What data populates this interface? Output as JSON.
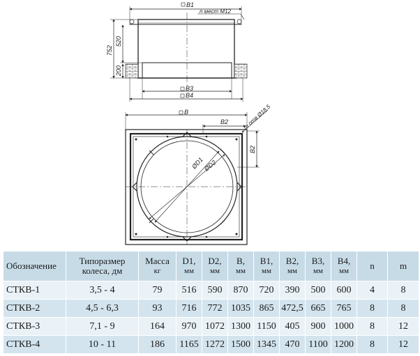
{
  "drawing": {
    "top_view": {
      "b1": "B1",
      "holes": "n мест М12",
      "h_total": "752",
      "h_upper": "520",
      "h_lower": "200",
      "b3": "B3",
      "b4": "B4"
    },
    "plan_view": {
      "b": "B",
      "b2_top": "B2",
      "b2_side": "B2",
      "holes": "m отв Ø18,5",
      "d1": "ØD1",
      "d2": "ØD2"
    }
  },
  "table": {
    "headers": [
      {
        "label": "Обозначение",
        "unit": ""
      },
      {
        "label": "Типоразмер колеса, дм",
        "unit": ""
      },
      {
        "label": "Масса",
        "unit": "кг"
      },
      {
        "label": "D1,",
        "unit": "мм"
      },
      {
        "label": "D2,",
        "unit": "мм"
      },
      {
        "label": "B,",
        "unit": "мм"
      },
      {
        "label": "B1,",
        "unit": "мм"
      },
      {
        "label": "B2,",
        "unit": "мм"
      },
      {
        "label": "B3,",
        "unit": "мм"
      },
      {
        "label": "B4,",
        "unit": "мм"
      },
      {
        "label": "n",
        "unit": ""
      },
      {
        "label": "m",
        "unit": ""
      }
    ],
    "rows": [
      [
        "СТКВ-1",
        "3,5 - 4",
        "79",
        "516",
        "590",
        "870",
        "720",
        "390",
        "500",
        "600",
        "4",
        "8"
      ],
      [
        "СТКВ-2",
        "4,5 - 6,3",
        "93",
        "716",
        "772",
        "1035",
        "865",
        "472,5",
        "665",
        "765",
        "8",
        "8"
      ],
      [
        "СТКВ-3",
        "7,1 - 9",
        "164",
        "970",
        "1072",
        "1300",
        "1150",
        "405",
        "900",
        "1000",
        "8",
        "12"
      ],
      [
        "СТКВ-4",
        "10 - 11",
        "186",
        "1165",
        "1272",
        "1500",
        "1345",
        "470",
        "1100",
        "1200",
        "8",
        "12"
      ]
    ]
  },
  "colors": {
    "header_bg": "#c7dbe7",
    "row_light": "#eaf2f7",
    "row_dark": "#d3e4ee"
  }
}
